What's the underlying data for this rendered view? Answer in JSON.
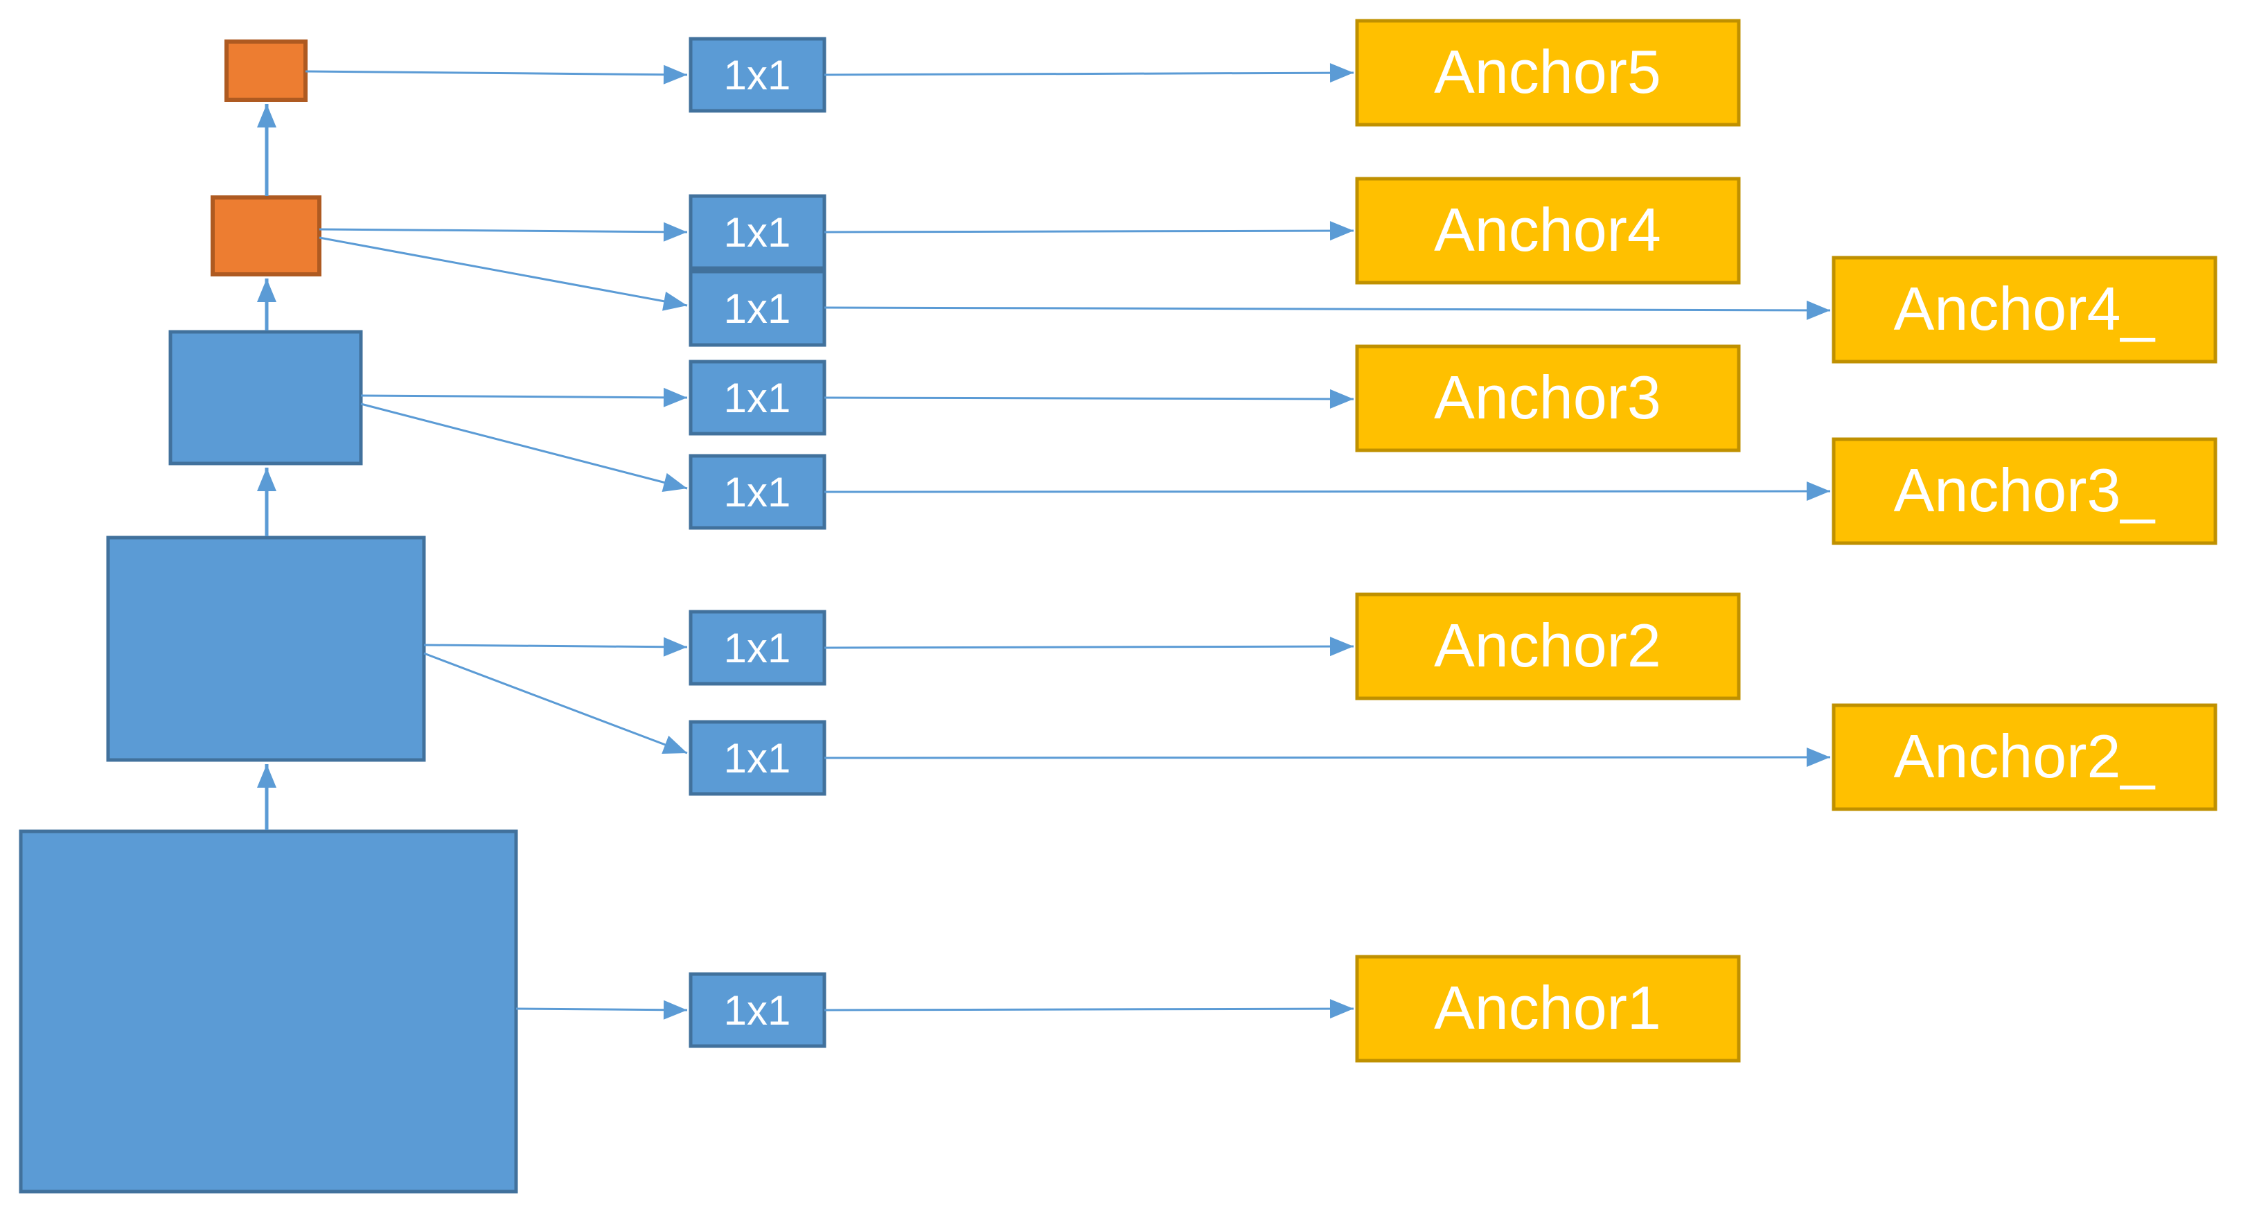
{
  "colors": {
    "background": "#FFFFFF",
    "feature_box_fill": "#5B9BD5",
    "feature_box_border": "#41719C",
    "extra_layer_fill": "#ED7D31",
    "extra_layer_border": "#AE5A21",
    "anchor_box_fill": "#FFC000",
    "anchor_box_border": "#BF9000",
    "connector": "#5B9BD5",
    "label_text": "#FFFFFF"
  },
  "pyramid": {
    "levels": [
      {
        "id": 1,
        "style": "blue"
      },
      {
        "id": 2,
        "style": "blue"
      },
      {
        "id": 3,
        "style": "blue"
      },
      {
        "id": 4,
        "style": "orange"
      },
      {
        "id": 5,
        "style": "orange"
      }
    ]
  },
  "conv_boxes": [
    {
      "label": "1x1"
    },
    {
      "label": "1x1"
    },
    {
      "label": "1x1"
    },
    {
      "label": "1x1"
    },
    {
      "label": "1x1"
    },
    {
      "label": "1x1"
    },
    {
      "label": "1x1"
    },
    {
      "label": "1x1"
    }
  ],
  "anchors": [
    {
      "label": "Anchor5"
    },
    {
      "label": "Anchor4"
    },
    {
      "label": "Anchor4_"
    },
    {
      "label": "Anchor3"
    },
    {
      "label": "Anchor3_"
    },
    {
      "label": "Anchor2"
    },
    {
      "label": "Anchor2_"
    },
    {
      "label": "Anchor1"
    }
  ]
}
